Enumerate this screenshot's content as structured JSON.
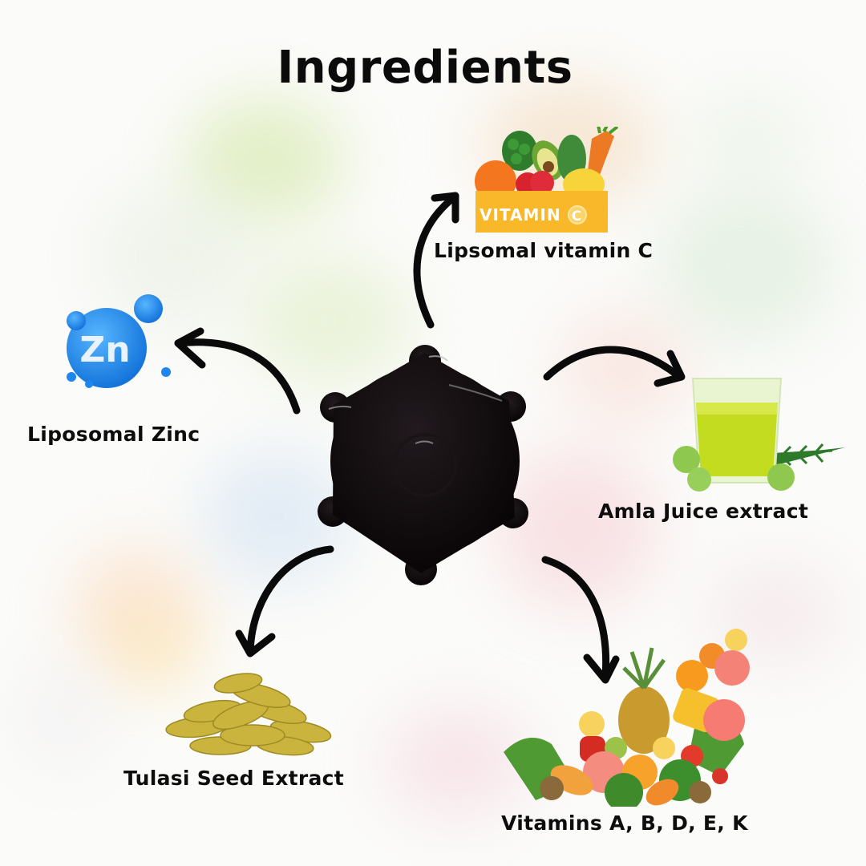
{
  "title": "Ingredients",
  "center": {
    "name": "gummy",
    "color": "#0a0608"
  },
  "ingredients": [
    {
      "label": "Lipsomal vitamin C",
      "icon": "vitamin-c-box-icon",
      "badge": "VITAMIN",
      "badge_letter": "C",
      "badge_color": "#f9b72a"
    },
    {
      "label": "Liposomal Zinc",
      "icon": "zinc-bubble-icon",
      "symbol": "Zn",
      "color": "#1e88f0"
    },
    {
      "label": "Amla Juice extract",
      "icon": "amla-juice-glass-icon",
      "color": "#c8e02a"
    },
    {
      "label": "Tulasi Seed Extract",
      "icon": "seed-pile-icon",
      "color": "#c9b441"
    },
    {
      "label": "Vitamins A, B, D, E, K",
      "icon": "fruit-vegetable-pile-icon"
    }
  ]
}
